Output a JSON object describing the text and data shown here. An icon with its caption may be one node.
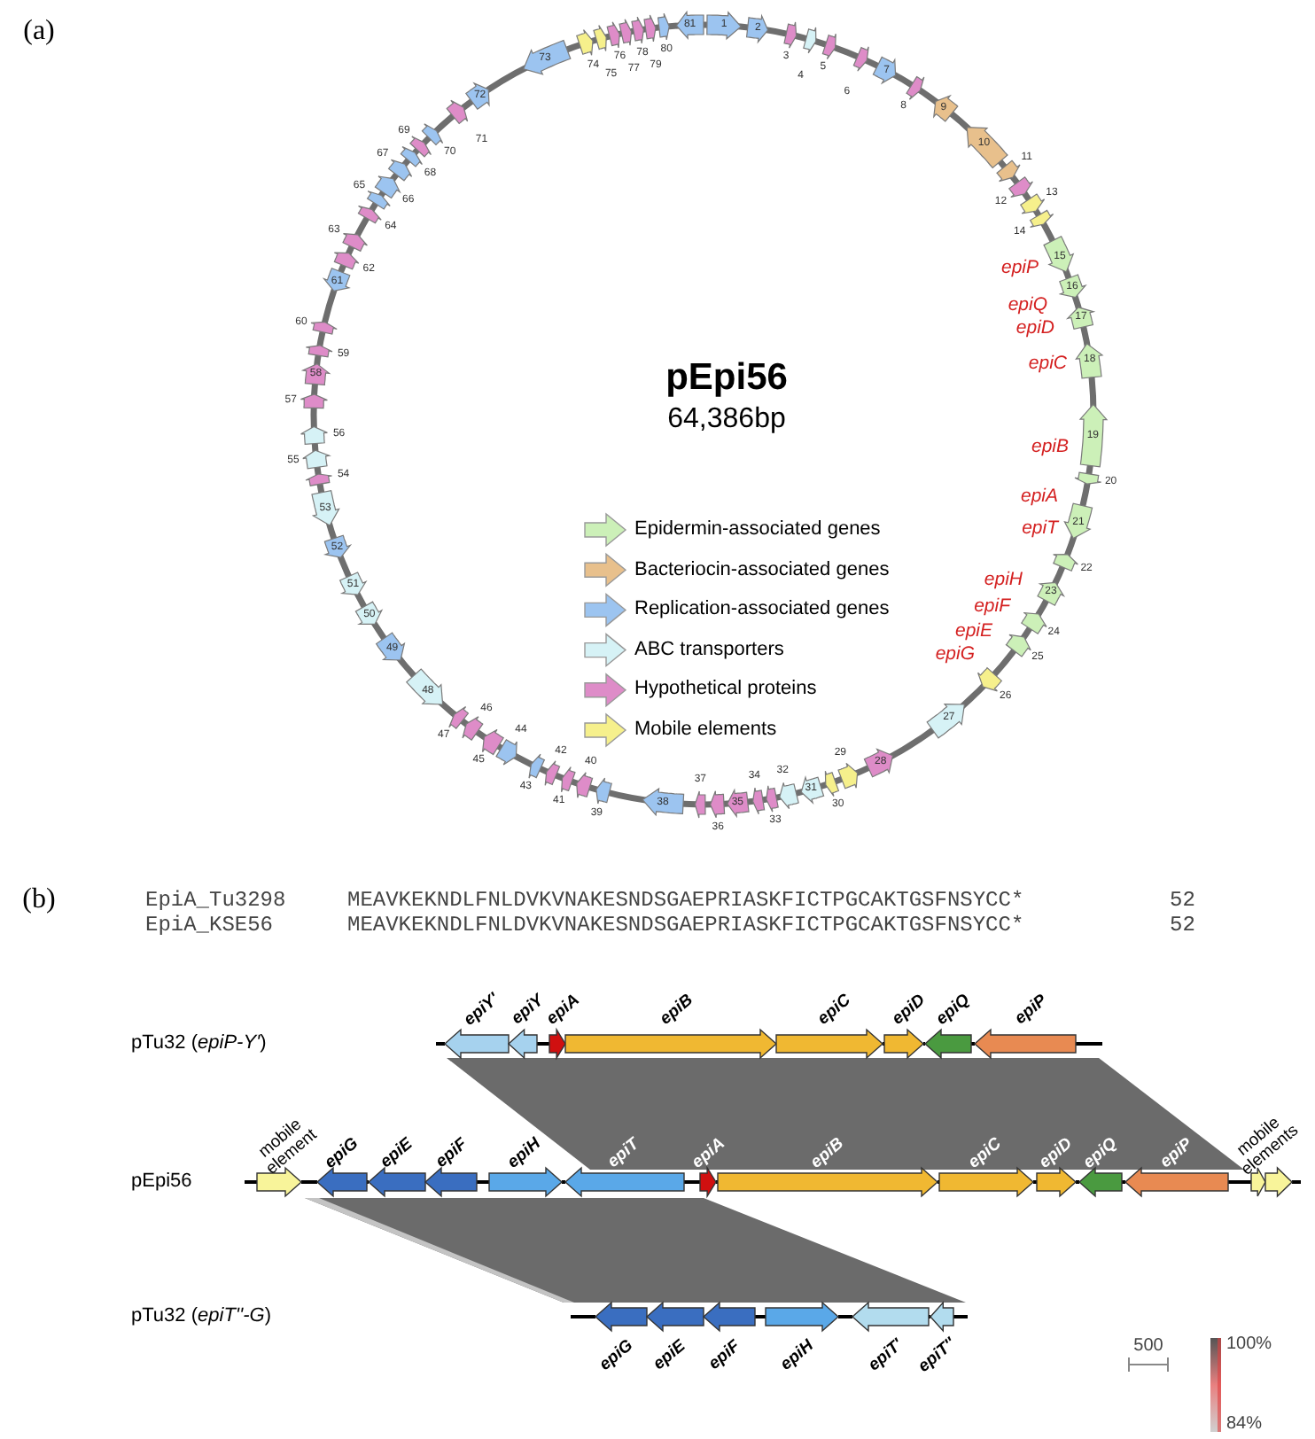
{
  "diagram": {
    "labels": [
      "(a)",
      "1",
      "2",
      "3",
      "4",
      "5",
      "6",
      "7",
      "8",
      "9",
      "10",
      "11",
      "12",
      "13",
      "14",
      "15",
      "16",
      "17",
      "18",
      "19",
      "20",
      "21",
      "22",
      "23",
      "24",
      "25",
      "26",
      "27",
      "28",
      "29",
      "30",
      "31",
      "32",
      "33",
      "34",
      "35",
      "36",
      "37",
      "38",
      "39",
      "40",
      "41",
      "42",
      "43",
      "44",
      "45",
      "46",
      "47",
      "48",
      "49",
      "50",
      "51",
      "52",
      "53",
      "54",
      "55",
      "56",
      "57",
      "58",
      "59",
      "60",
      "61",
      "62",
      "63",
      "64",
      "65",
      "66",
      "67",
      "68",
      "69",
      "70",
      "71",
      "72",
      "73",
      "74",
      "75",
      "76",
      "77",
      "78",
      "79",
      "80",
      "81",
      "pEpi56",
      "64,386bp",
      "epiP",
      "epiQ",
      "epiD",
      "epiC",
      "epiB",
      "epiA",
      "epiT",
      "epiH",
      "epiF",
      "epiE",
      "epiG",
      "(b)",
      "EpiA_Tu3298",
      "MEAVKEKNDLFNLDVKVNAKESNDSGAEPRIASKFICTPGCAKTGSFNSYCC*",
      "52",
      "EpiA_KSE56",
      "MEAVKEKNDLFNLDVKVNAKESNDSGAEPRIASKFICTPGCAKTGSFNSYCC*",
      "52",
      "pTu32 (*epiP-Y'*)",
      "epiY'",
      "epiY",
      "epiA",
      "epiB",
      "epiC",
      "epiD",
      "epiQ",
      "epiP",
      "pEpi56",
      "mobile element",
      "epiG",
      "epiE",
      "epiF",
      "epiH",
      "epiT",
      "epiA",
      "epiB",
      "epiC",
      "epiD",
      "epiQ",
      "epiP",
      "mobile elements",
      "pTu32 (*epiT''-G*)",
      "epiG",
      "epiE",
      "epiF",
      "epiH",
      "epiT'",
      "epiT''",
      "500",
      "100%",
      "84%"
    ],
    "legend": [
      {
        "text": "Epidermin-associated genes",
        "color": "#ccf0b8"
      },
      {
        "text": "Bacteriocin-associated genes",
        "color": "#e8c08c"
      },
      {
        "text": "Replication-associated genes",
        "color": "#9cc4f0"
      },
      {
        "text": "ABC transporters",
        "color": "#d6f2f6"
      },
      {
        "text": "Hypothetical proteins",
        "color": "#de8cc8"
      },
      {
        "text": "Mobile elements",
        "color": "#f6f08c"
      }
    ]
  }
}
